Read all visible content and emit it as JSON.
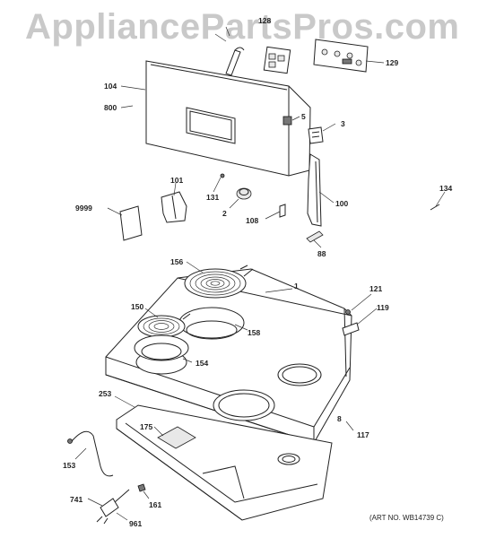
{
  "watermark": "AppliancePartsPros.com",
  "art_number": "(ART NO. WB14739 C)",
  "callouts": {
    "c128": "128",
    "c129": "129",
    "c104": "104",
    "c800": "800",
    "c5": "5",
    "c3": "3",
    "c101": "101",
    "c9999": "9999",
    "c131": "131",
    "c2": "2",
    "c108": "108",
    "c100": "100",
    "c134": "134",
    "c88": "88",
    "c156": "156",
    "c1": "1",
    "c121": "121",
    "c150": "150",
    "c158": "158",
    "c119": "119",
    "c154": "154",
    "c253": "253",
    "c175": "175",
    "c8": "8",
    "c117": "117",
    "c153": "153",
    "c741": "741",
    "c161": "161",
    "c961": "961"
  }
}
